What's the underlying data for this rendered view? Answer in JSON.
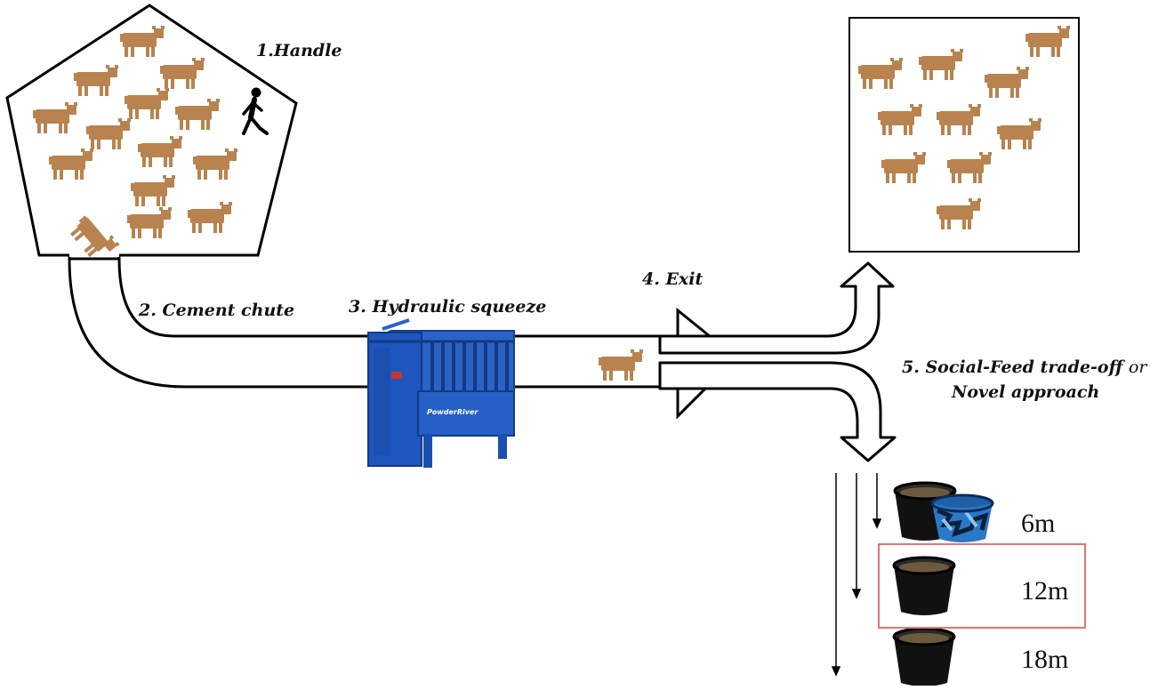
{
  "labels": {
    "step1": "1.Handle",
    "step2": "2. Cement chute",
    "step3": "3. Hydraulic squeeze",
    "step4": "4. Exit",
    "step5_part1": "5. Social-Feed trade-off",
    "step5_or": "or",
    "step5_part2": "Novel approach"
  },
  "distances": [
    "6m",
    "12m",
    "18m"
  ],
  "squeeze_brand": "PowderRiver",
  "colors": {
    "cow": "#b8834f",
    "cow_shadow": "#d9b48a",
    "squeeze": "#1c56c2",
    "highlight_box": "#e57373",
    "bucket": "#1a1a1a",
    "novel_object": "#2a78c8"
  },
  "icons": [
    "cow-icon",
    "person-walking-icon",
    "bucket-icon",
    "novel-object-bucket-icon",
    "hydraulic-squeeze-chute"
  ]
}
